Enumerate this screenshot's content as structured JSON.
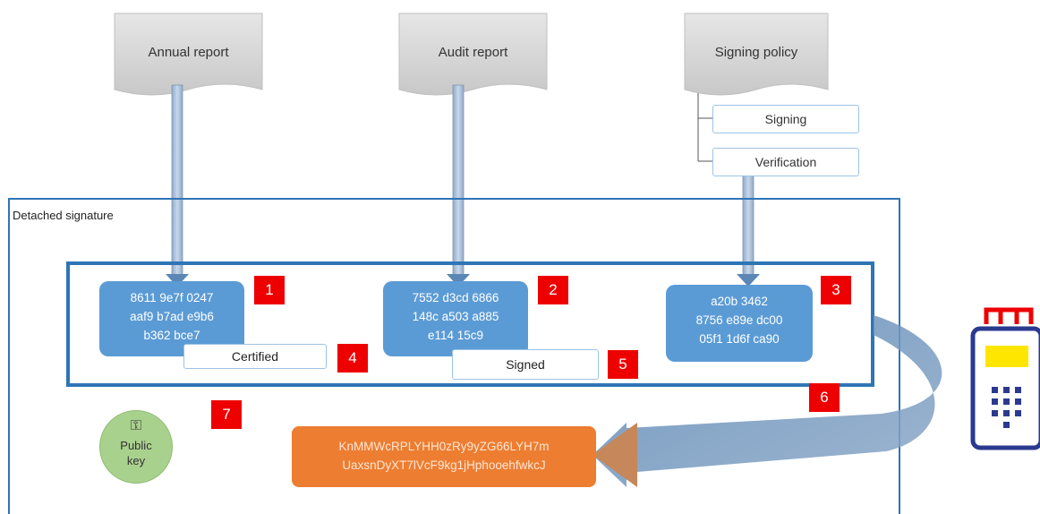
{
  "documents": [
    {
      "label": "Annual report"
    },
    {
      "label": "Audit report"
    },
    {
      "label": "Signing policy"
    }
  ],
  "policy_items": [
    "Signing",
    "Verification"
  ],
  "container": {
    "label": "Detached signature"
  },
  "hashes": [
    {
      "lines": [
        "8611 9e7f 0247",
        "aaf9 b7ad e9b6",
        "b362 bce7"
      ],
      "number": "1"
    },
    {
      "lines": [
        "7552 d3cd 6866",
        "148c a503 a885",
        "e114 15c9"
      ],
      "number": "2"
    },
    {
      "lines": [
        "a20b 3462",
        "8756 e89e dc00",
        "05f1 1d6f ca90"
      ],
      "number": "3"
    }
  ],
  "tags": [
    {
      "label": "Certified",
      "number": "4"
    },
    {
      "label": "Signed",
      "number": "5"
    }
  ],
  "signature": {
    "lines": [
      "KnMMWcRPLYHH0zRy9yZG66LYH7m",
      "UaxsnDyXT7lVcF9kg1jHphooehfwkcJ"
    ],
    "number": "6"
  },
  "public_key": {
    "icon": "key-icon",
    "label": "Public key",
    "number": "7"
  },
  "device": {
    "icon": "smart-card-device-icon"
  },
  "colors": {
    "doc_fill": "#d9d9d9",
    "hash_fill": "#5b9bd5",
    "signature_fill": "#ed7d31",
    "key_fill": "#a9d18e",
    "badge_fill": "#ee0000",
    "frame": "#2e75b6"
  }
}
